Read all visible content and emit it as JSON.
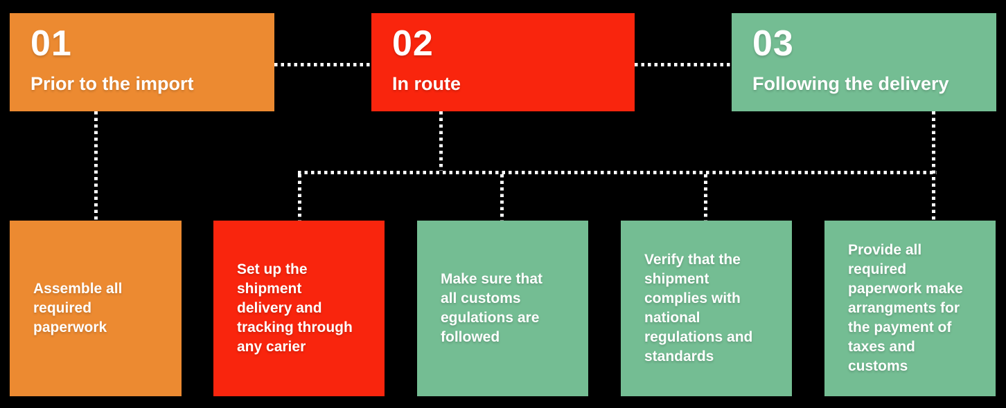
{
  "colors": {
    "background": "#000000",
    "orange": "#EC8A31",
    "red": "#F9250D",
    "green": "#74BD93",
    "connector": "#FFFFFF",
    "text": "#FFFFFF"
  },
  "stages": [
    {
      "number": "01",
      "title": "Prior to the import",
      "color": "#EC8A31"
    },
    {
      "number": "02",
      "title": "In route",
      "color": "#F9250D"
    },
    {
      "number": "03",
      "title": "Following the delivery",
      "color": "#74BD93"
    }
  ],
  "cards": [
    {
      "text": "Assemble all\nrequired\npaperwork",
      "color": "#EC8A31"
    },
    {
      "text": "Set up the\nshipment\ndelivery and\ntracking through\nany carier",
      "color": "#F9250D"
    },
    {
      "text": "Make sure that\nall customs\negulations are\nfollowed",
      "color": "#74BD93"
    },
    {
      "text": "Verify that the\nshipment\ncomplies with\nnational\nregulations and\nstandards",
      "color": "#74BD93"
    },
    {
      "text": "Provide all\nrequired\npaperwork make\narrangments for\nthe payment of\ntaxes and\ncustoms",
      "color": "#74BD93"
    }
  ]
}
